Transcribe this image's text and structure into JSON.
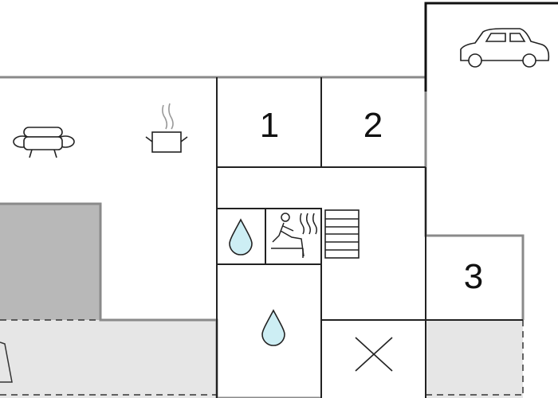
{
  "plan": {
    "colors": {
      "wall": "#8a8a8a",
      "wall_dark": "#111111",
      "line": "#222222",
      "floor_grey": "#b8b8b8",
      "terrace": "#e6e6e6",
      "water": "#cdeef4"
    },
    "rooms": [
      {
        "label": "1"
      },
      {
        "label": "2"
      },
      {
        "label": "3"
      }
    ],
    "icons": [
      "car-icon",
      "sofa-icon",
      "cooking-pot-icon",
      "water-drop-icon",
      "sauna-icon",
      "stairs-icon",
      "toilet-cross-icon"
    ]
  }
}
